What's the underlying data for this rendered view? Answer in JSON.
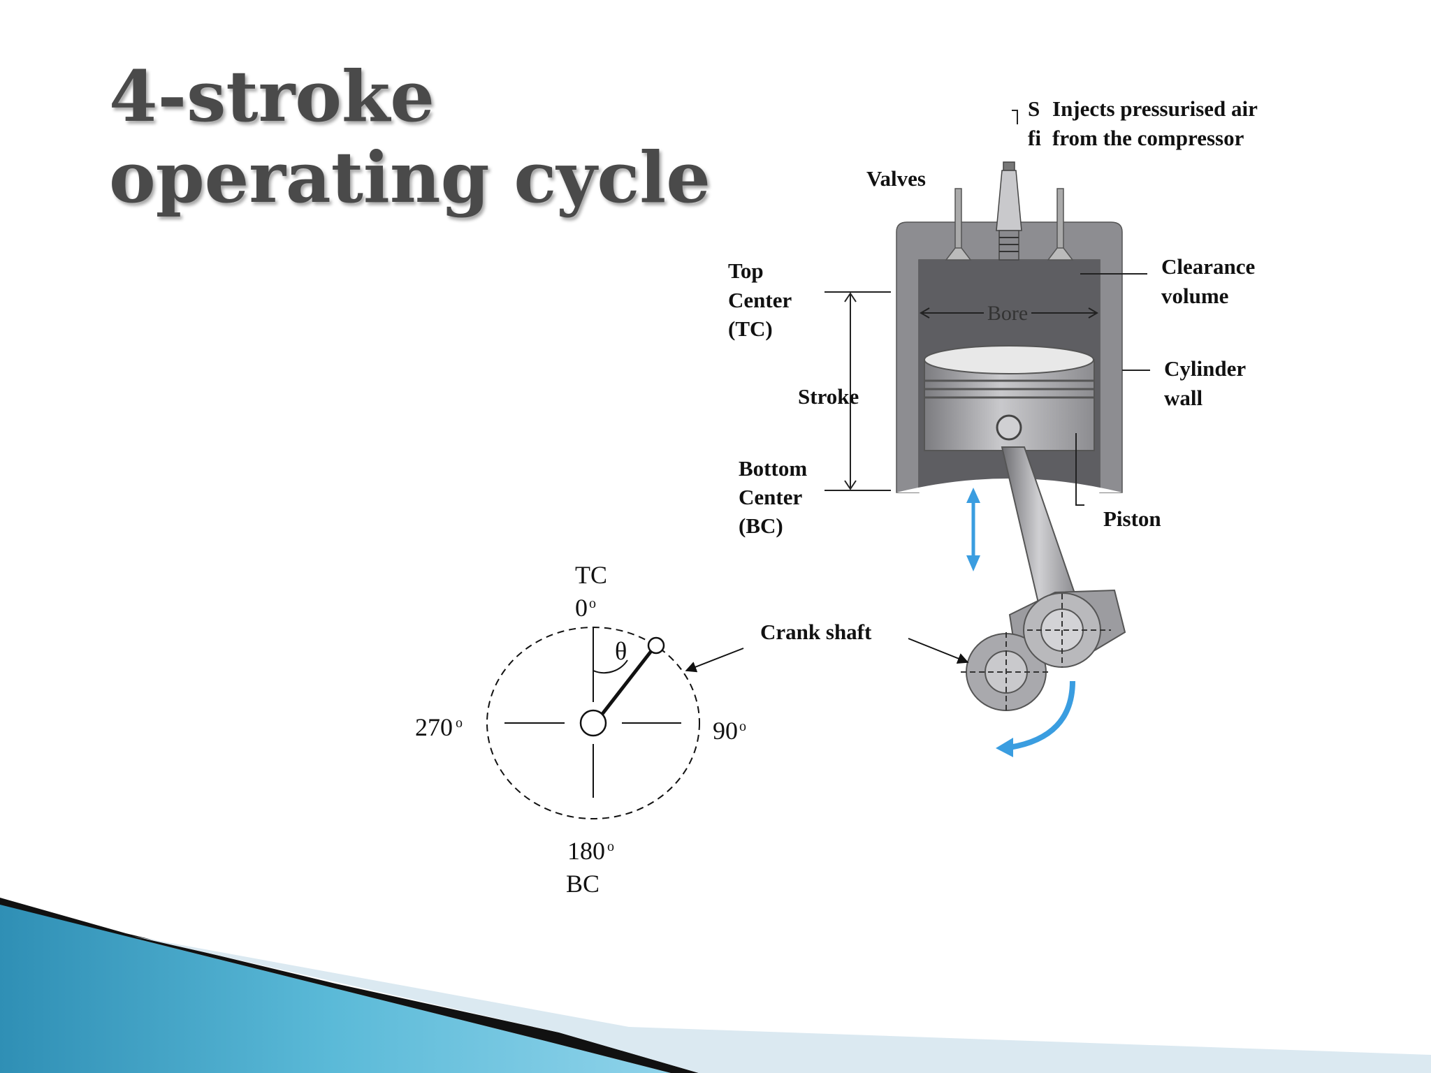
{
  "slide": {
    "title_line1": "4-stroke",
    "title_line2": "operating cycle"
  },
  "engine": {
    "injector_small_1": "S",
    "injector_small_2": "fi",
    "injector_line1": "Injects pressurised air",
    "injector_line2": "from the compressor",
    "valves": "Valves",
    "clearance_line1": "Clearance",
    "clearance_line2": "volume",
    "cylinder_line1": "Cylinder",
    "cylinder_line2": "wall",
    "top_center_line1": "Top",
    "top_center_line2": "Center",
    "top_center_line3": "(TC)",
    "stroke": "Stroke",
    "bottom_center_line1": "Bottom",
    "bottom_center_line2": "Center",
    "bottom_center_line3": "(BC)",
    "bore": "Bore",
    "piston": "Piston",
    "crank_shaft": "Crank shaft"
  },
  "crank_circle": {
    "tc": "TC",
    "tc_deg": "0",
    "bc": "BC",
    "bc_deg": "180",
    "right_deg": "90",
    "left_deg": "270",
    "degree_mark": "o",
    "theta": "θ"
  },
  "colors": {
    "title": "#4a4a4a",
    "cylinder_gray": "#8a8a8e",
    "arrow_blue": "#3a9de0",
    "wave_blue": "#3fa9cf"
  }
}
